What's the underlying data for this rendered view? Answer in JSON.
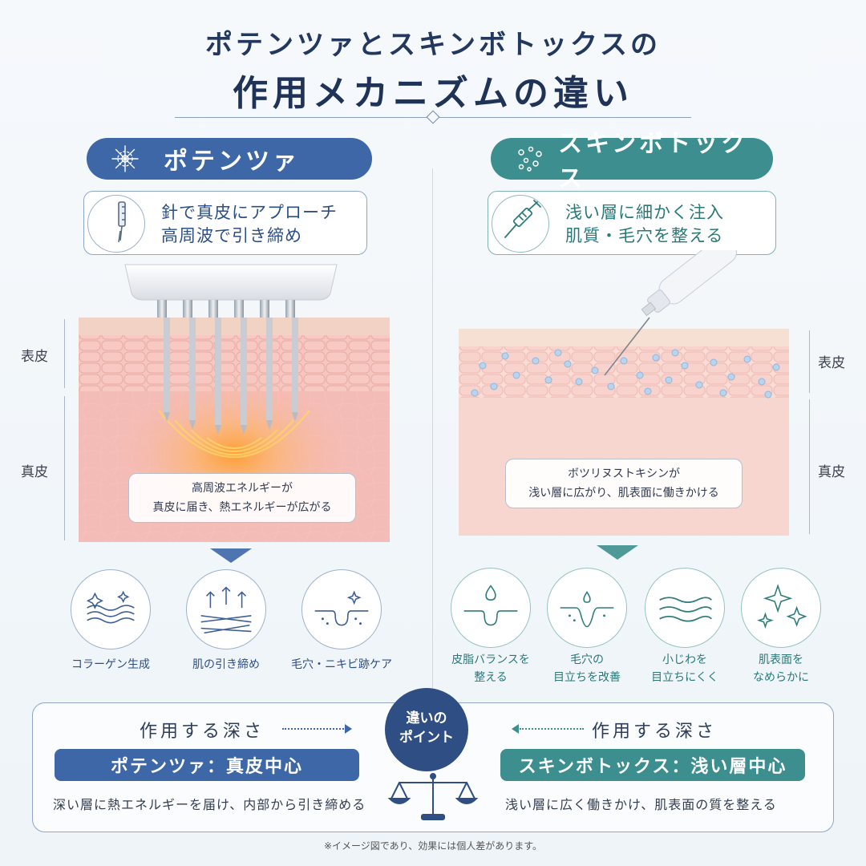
{
  "title": {
    "line1": "ポテンツァとスキンボトックスの",
    "line2": "作用メカニズムの違い"
  },
  "left": {
    "name": "ポテンツァ",
    "accent": "#3d67a7",
    "desc_line1": "針で真皮にアプローチ",
    "desc_line2": "高周波で引き締め",
    "layer_epidermis": "表皮",
    "layer_dermis": "真皮",
    "callout_line1": "高周波エネルギーが",
    "callout_line2": "真皮に届き、熱エネルギーが広がる",
    "benefits": [
      {
        "icon": "wavy-collagen-sparkle-icon",
        "label": "コラーゲン生成"
      },
      {
        "icon": "lift-arrows-fibers-icon",
        "label": "肌の引き締め"
      },
      {
        "icon": "pore-sparkle-icon",
        "label": "毛穴・ニキビ跡ケア"
      }
    ]
  },
  "right": {
    "name": "スキンボトックス",
    "accent": "#3d8f8f",
    "desc_line1": "浅い層に細かく注入",
    "desc_line2": "肌質・毛穴を整える",
    "layer_epidermis": "表皮",
    "layer_dermis": "真皮",
    "callout_line1": "ボツリヌストキシンが",
    "callout_line2": "浅い層に広がり、肌表面に働きかける",
    "benefits": [
      {
        "icon": "oil-drop-pore-icon",
        "label1": "皮脂バランスを",
        "label2": "整える"
      },
      {
        "icon": "pore-drop-icon",
        "label1": "毛穴の",
        "label2": "目立ちを改善"
      },
      {
        "icon": "smooth-waves-icon",
        "label1": "小じわを",
        "label2": "目立ちにくく"
      },
      {
        "icon": "sparkles-icon",
        "label1": "肌表面を",
        "label2": "なめらかに"
      }
    ]
  },
  "bottom": {
    "depth_label": "作用する深さ",
    "point_line1": "違いの",
    "point_line2": "ポイント",
    "left_pill": "ポテンツァ：真皮中心",
    "left_summary": "深い層に熱エネルギーを届け、内部から引き締める",
    "right_pill": "スキンボトックス：浅い層中心",
    "right_summary": "浅い層に広く働きかけ、肌表面の質を整える"
  },
  "footnote": "※イメージ図であり、効果には個人差があります。"
}
